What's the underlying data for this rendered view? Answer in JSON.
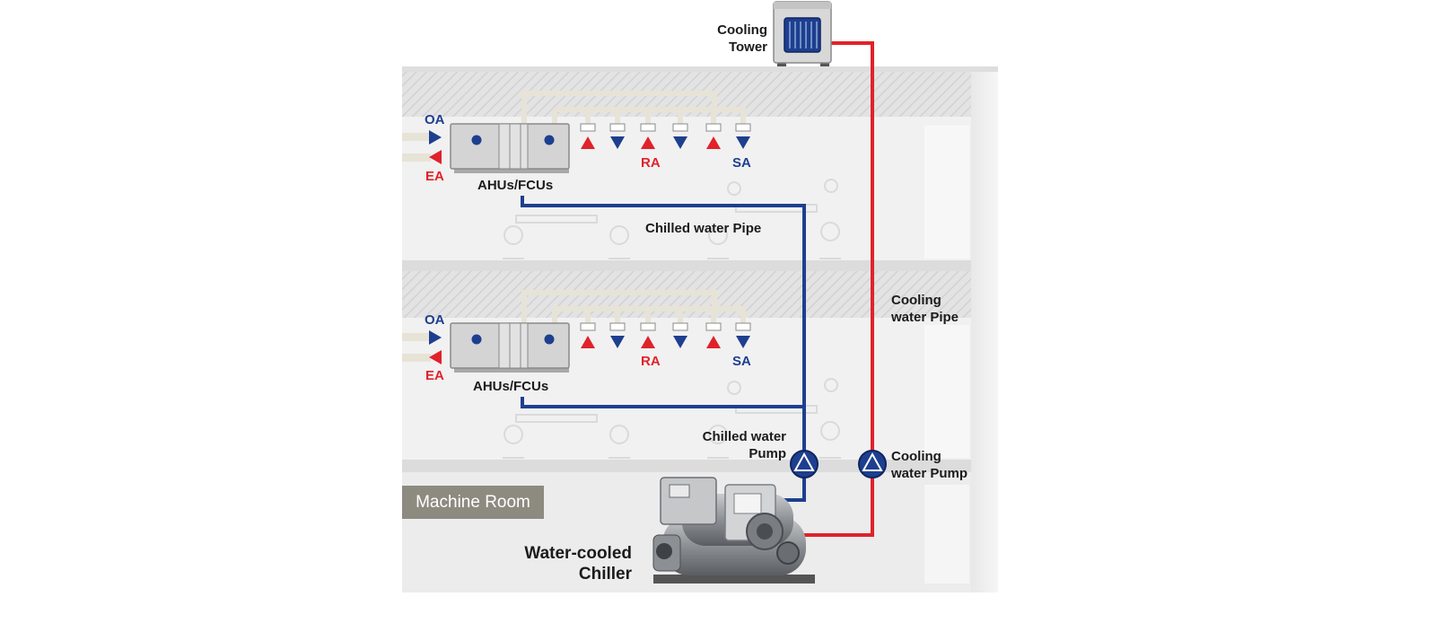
{
  "labels": {
    "cooling_tower": [
      "Cooling",
      "Tower"
    ],
    "cooling_water_pipe": [
      "Cooling",
      "water Pipe"
    ],
    "chilled_water_pipe": "Chilled water Pipe",
    "chilled_water_pump": [
      "Chilled water",
      "Pump"
    ],
    "cooling_water_pump": [
      "Cooling",
      "water Pump"
    ],
    "machine_room": "Machine Room",
    "chiller": [
      "Water-cooled",
      "Chiller"
    ]
  },
  "floors": [
    {
      "oa": "OA",
      "ea": "EA",
      "ra": "RA",
      "sa": "SA",
      "unit": "AHUs/FCUs"
    },
    {
      "oa": "OA",
      "ea": "EA",
      "ra": "RA",
      "sa": "SA",
      "unit": "AHUs/FCUs"
    }
  ],
  "diffuser_directions": [
    "up",
    "down",
    "up",
    "down",
    "up",
    "down"
  ],
  "colors": {
    "chilled_water": "#1e3f8f",
    "cooling_water": "#e0222a",
    "return_air": "#e0222a",
    "supply_air": "#1e3f8f",
    "building": "#efefef",
    "machine_room_badge": "#8d8a80"
  }
}
